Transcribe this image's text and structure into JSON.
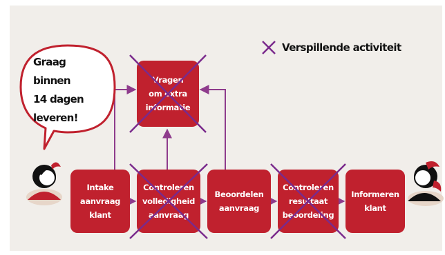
{
  "speech_bubble": {
    "text": "Graag binnen\n14 dagen\nleveren!"
  },
  "legend": {
    "label": "Verspillende activiteit",
    "icon": "cross-icon",
    "cross_color": "#7a2a8c"
  },
  "colors": {
    "box": "#c0212e",
    "arrow": "#8e3b8c",
    "background": "#f1eeea"
  },
  "process_steps": [
    {
      "id": "intake",
      "label": "Intake\naanvraag\nklant",
      "wasteful": false
    },
    {
      "id": "controleren-volledigheid",
      "label": "Controleren\nvolledigheid\naanvraag",
      "wasteful": true
    },
    {
      "id": "beoordelen",
      "label": "Beoordelen\naanvraag",
      "wasteful": false
    },
    {
      "id": "controleren-resultaat",
      "label": "Controleren\nresultaat\nbeoordeling",
      "wasteful": true
    },
    {
      "id": "informeren",
      "label": "Informeren\nklant",
      "wasteful": false
    },
    {
      "id": "vragen-extra",
      "label": "Vragen\nom extra\ninformatie",
      "wasteful": true
    }
  ],
  "actors": {
    "left": "customer-icon",
    "right": "customer-icon"
  }
}
